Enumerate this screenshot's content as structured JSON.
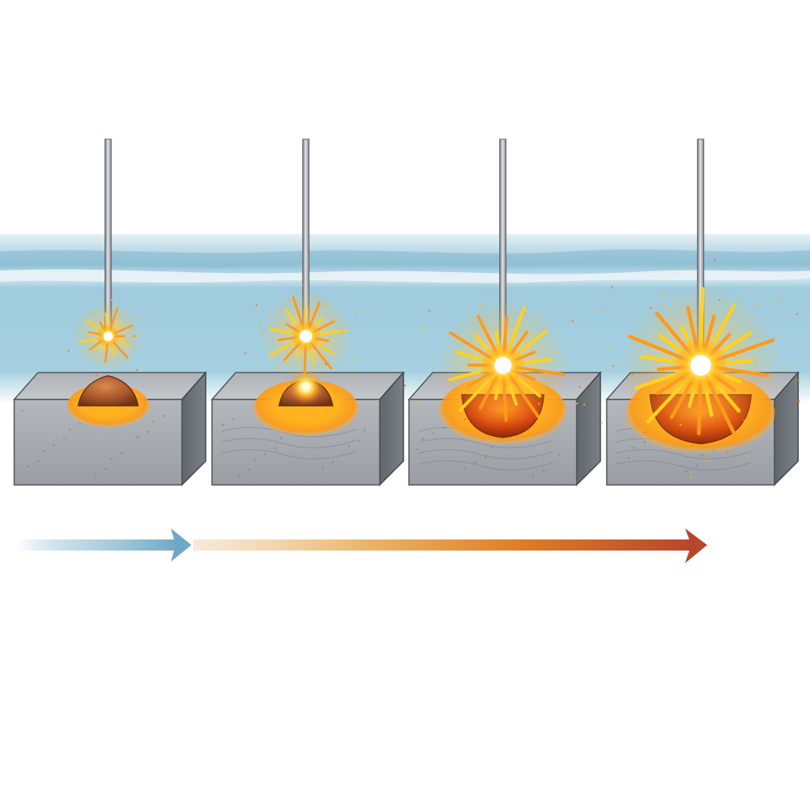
{
  "colors": {
    "background": "#ffffff",
    "water_light": "#d4e8f0",
    "water_band": "#8cbdd2",
    "water_body": "#a9d3e3",
    "block_top": "#b9bcc0",
    "block_front": "#a7aaae",
    "block_side": "#6f757b",
    "electrode": "#9aa0a6",
    "spark_core": "#fffbe6",
    "spark_yellow": "#ffd21f",
    "spark_orange": "#ff9a1a",
    "pit_red": "#c2410c",
    "debris_brown": "#a8552a",
    "arrow_blue": "#7fb3cf",
    "arrow_orange": "#e08a2a",
    "arrow_red": "#b8452c"
  },
  "stages": [
    {
      "step": 1,
      "state": "debris-mound",
      "glow_level": 0.2
    },
    {
      "step": 2,
      "state": "debris-melting",
      "glow_level": 0.4
    },
    {
      "step": 3,
      "state": "crater-forming",
      "glow_level": 0.75
    },
    {
      "step": 4,
      "state": "crater-explosion",
      "glow_level": 1.0
    }
  ],
  "arrows": [
    {
      "segment": "cool",
      "color_stop": "blue"
    },
    {
      "segment": "heating",
      "color_stop": "orange-to-red"
    }
  ]
}
